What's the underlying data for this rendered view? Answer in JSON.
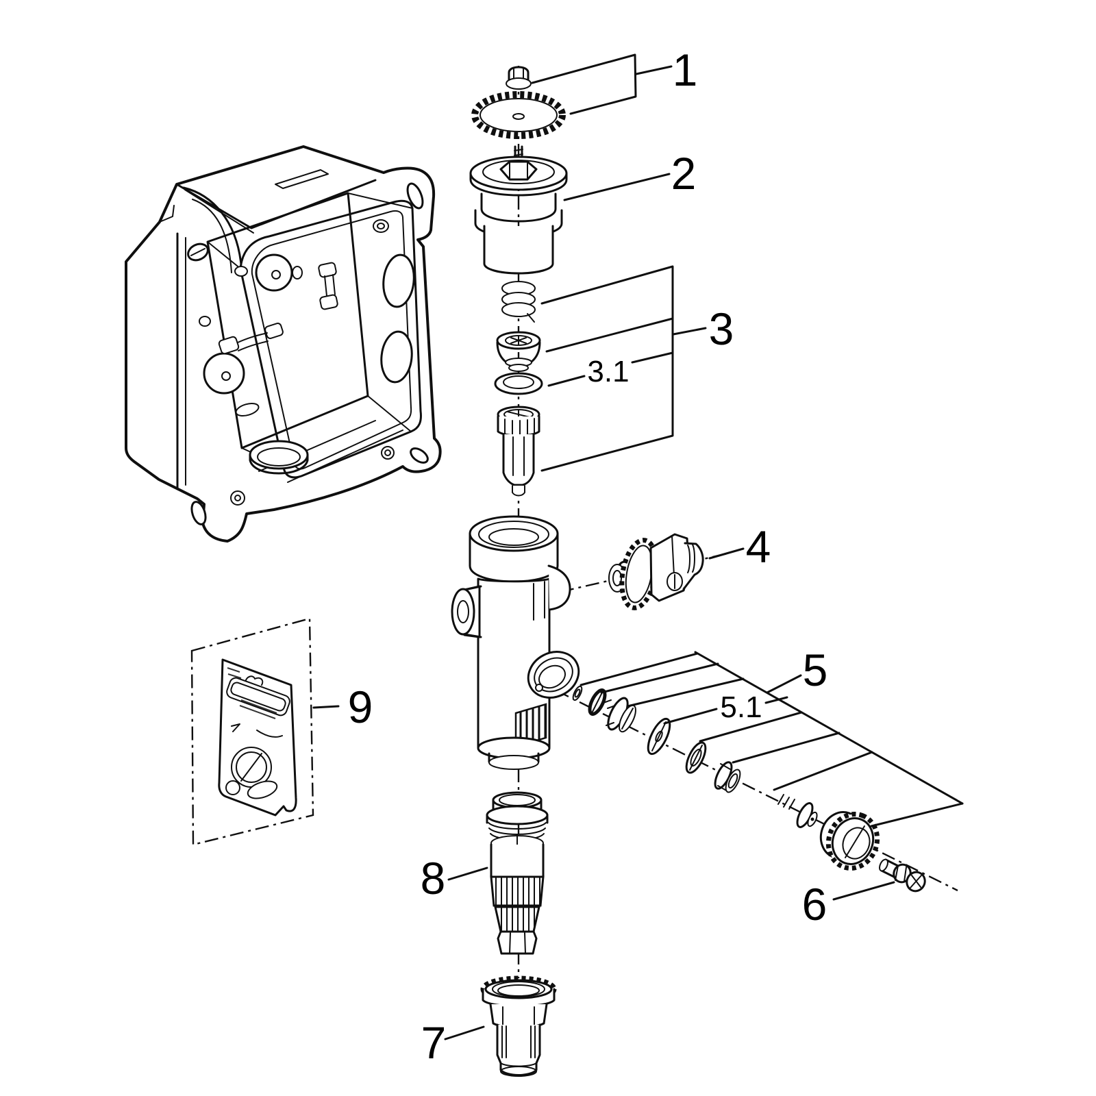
{
  "figure": {
    "background": "#ffffff",
    "line_color": "#0f0f0f",
    "description": "Exploded spare-parts diagram of a concealed flush valve with installation rough-in box"
  },
  "callouts": {
    "c1": "1",
    "c2": "2",
    "c3": "3",
    "c3_1": "3.1",
    "c4": "4",
    "c5": "5",
    "c5_1": "5.1",
    "c6": "6",
    "c7": "7",
    "c8": "8",
    "c9": "9"
  }
}
